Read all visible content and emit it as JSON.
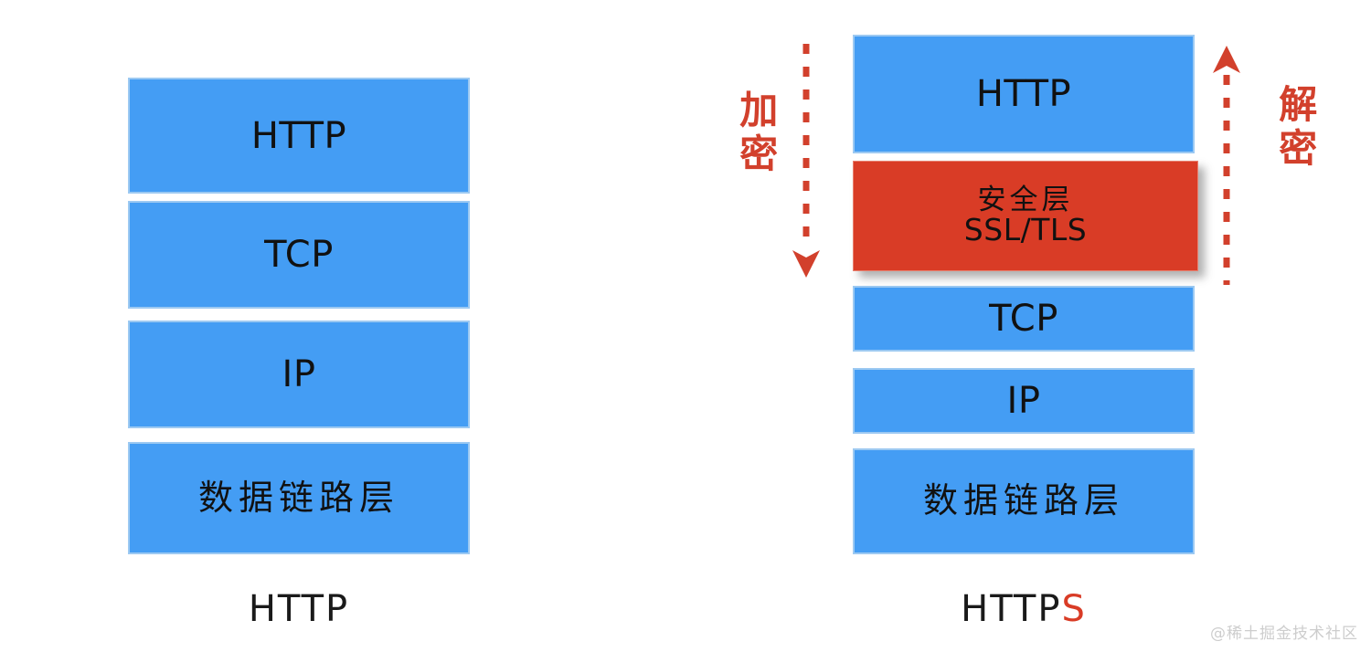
{
  "diagram": {
    "title_left": "HTTP",
    "title_right": "HTTPS",
    "colors": {
      "layer_blue": "#449DF4",
      "layer_blue_border": "#9CC9F2",
      "security_red": "#D93C26",
      "annotation_red": "#D2402C",
      "text_black": "#111111",
      "watermark_gray": "#cdcdcd",
      "background": "#ffffff"
    }
  },
  "left_stack": {
    "caption": "HTTP",
    "layers": [
      {
        "label": "HTTP",
        "type": "protocol",
        "color": "#449DF4"
      },
      {
        "label": "TCP",
        "type": "protocol",
        "color": "#449DF4"
      },
      {
        "label": "IP",
        "type": "protocol",
        "color": "#449DF4"
      },
      {
        "label": "数据链路层",
        "type": "protocol",
        "color": "#449DF4"
      }
    ]
  },
  "right_stack": {
    "caption_main": "HTTP",
    "caption_accent": "S",
    "caption_full": "HTTPS",
    "layers": [
      {
        "label": "HTTP",
        "label2": "",
        "type": "protocol",
        "color": "#449DF4"
      },
      {
        "label": "安全层",
        "label2": "SSL/TLS",
        "type": "security",
        "color": "#D93C26"
      },
      {
        "label": "TCP",
        "label2": "",
        "type": "protocol",
        "color": "#449DF4"
      },
      {
        "label": "IP",
        "label2": "",
        "type": "protocol",
        "color": "#449DF4"
      },
      {
        "label": "数据链路层",
        "label2": "",
        "type": "protocol",
        "color": "#449DF4"
      }
    ]
  },
  "annotations": {
    "left": {
      "text": "加密",
      "meaning": "encrypt",
      "arrow_direction": "down",
      "color": "#D2402C",
      "line_style": "dashed"
    },
    "right": {
      "text": "解密",
      "meaning": "decrypt",
      "arrow_direction": "up",
      "color": "#D2402C",
      "line_style": "dashed"
    }
  },
  "watermark": {
    "text": "@稀土掘金技术社区"
  }
}
